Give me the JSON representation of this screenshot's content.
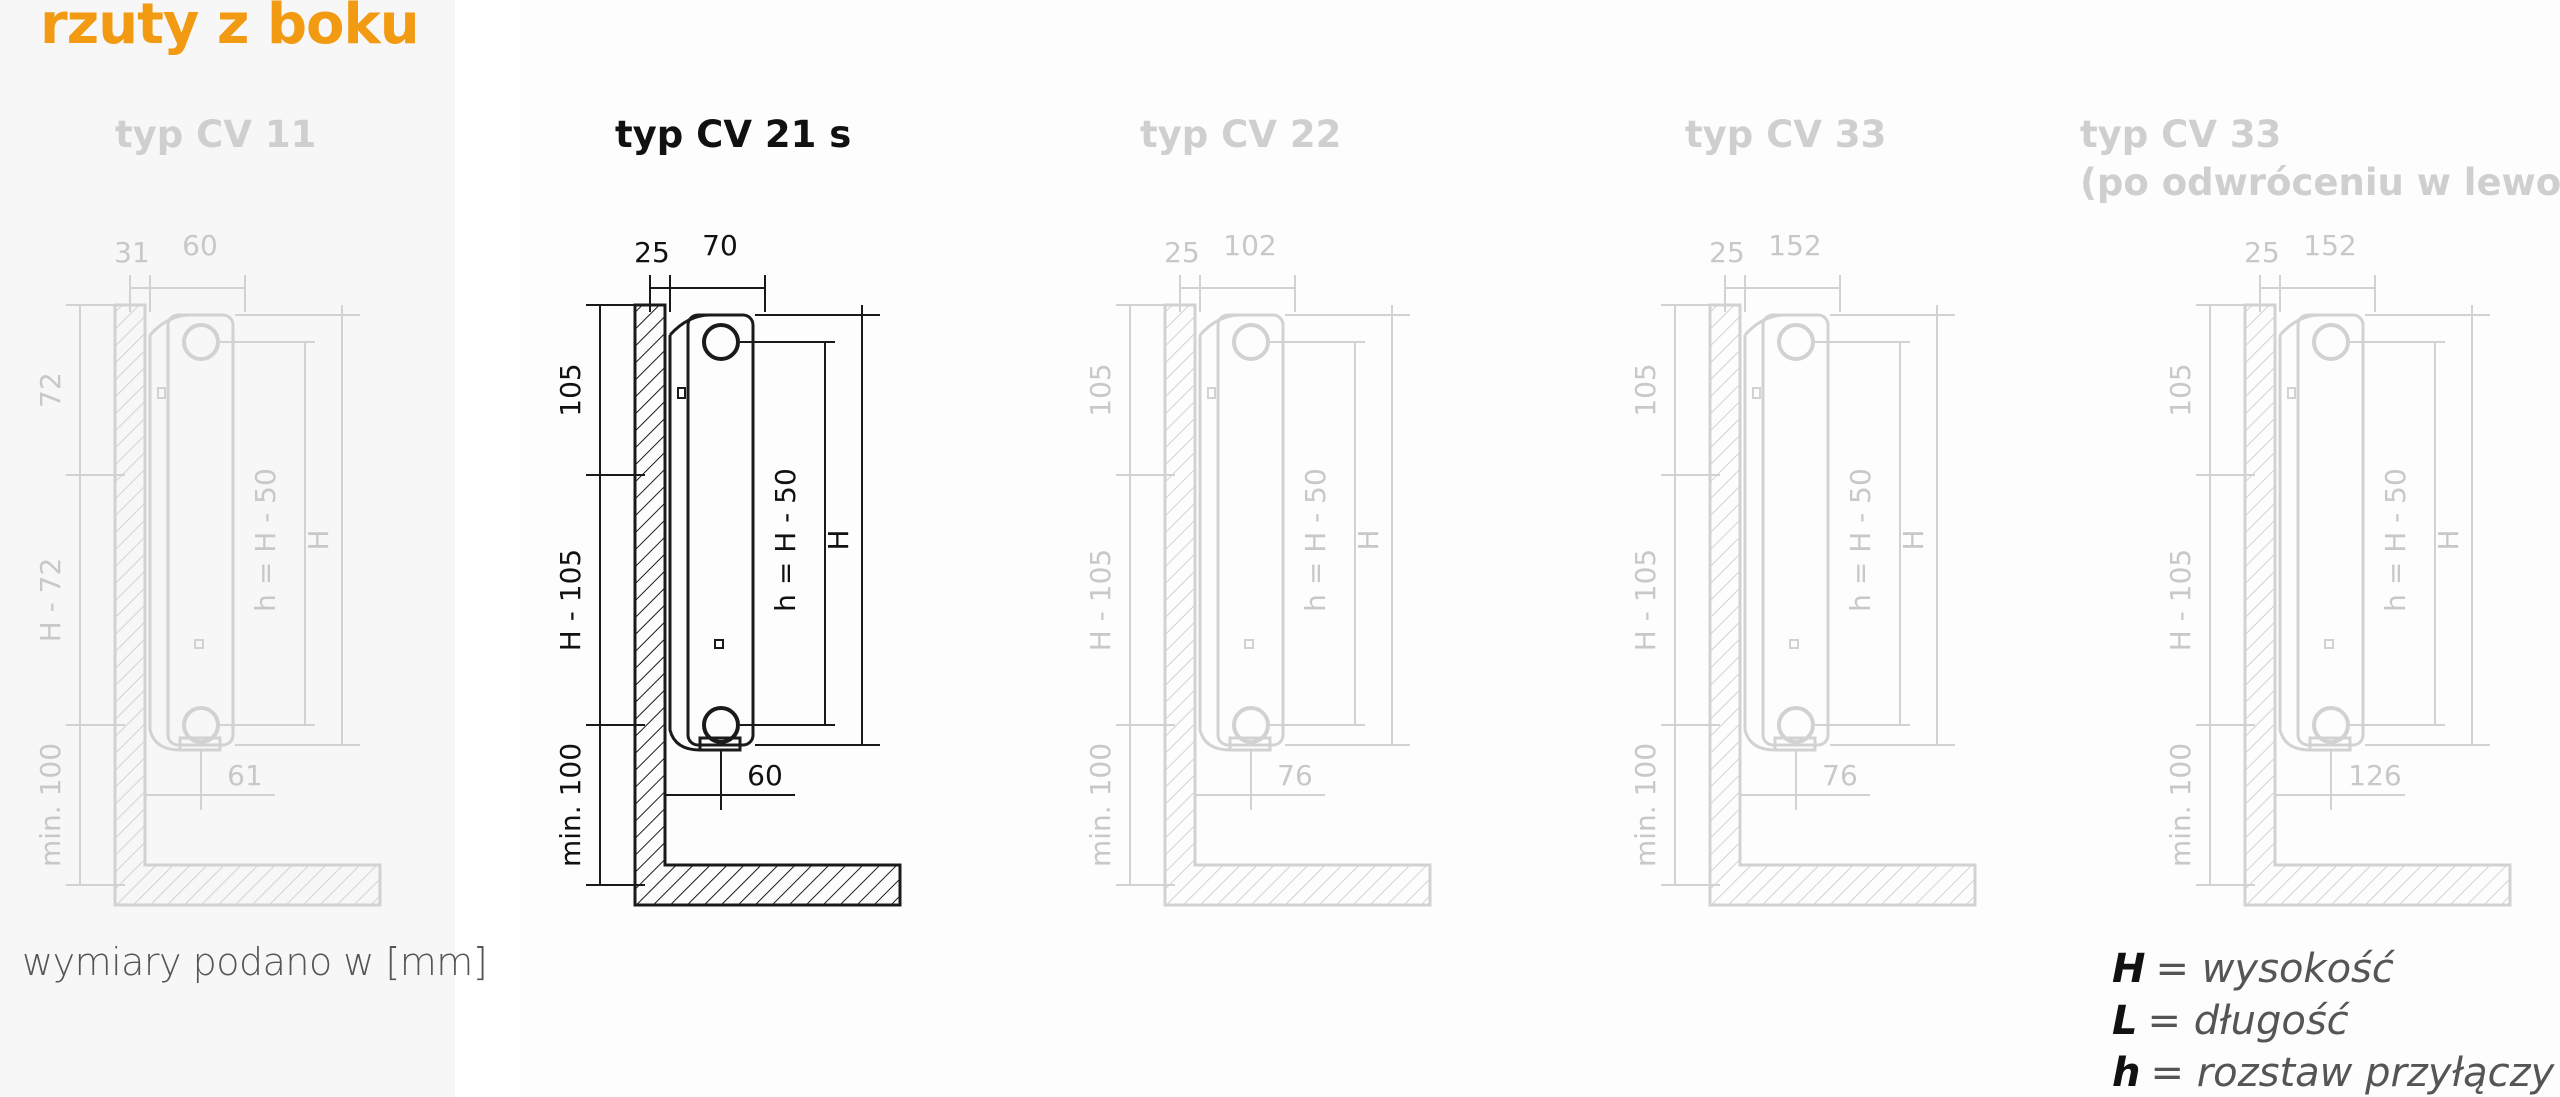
{
  "title": "rzuty z boku",
  "units_note": "wymiary podano w [mm]",
  "colors": {
    "accent": "#f29a12",
    "active": "#111111",
    "inactive": "#cfcfcf"
  },
  "types": [
    {
      "title": "typ CV 11",
      "subtitle": "",
      "active": false,
      "top_a": "31",
      "top_b": "60",
      "left_top": "72",
      "left_mid": "H - 72",
      "left_bot": "min. 100",
      "inner": "h = H - 50",
      "outer": "H",
      "bottom": "61"
    },
    {
      "title": "typ CV 21 s",
      "subtitle": "",
      "active": true,
      "top_a": "25",
      "top_b": "70",
      "left_top": "105",
      "left_mid": "H - 105",
      "left_bot": "min. 100",
      "inner": "h = H - 50",
      "outer": "H",
      "bottom": "60"
    },
    {
      "title": "typ CV 22",
      "subtitle": "",
      "active": false,
      "top_a": "25",
      "top_b": "102",
      "left_top": "105",
      "left_mid": "H - 105",
      "left_bot": "min. 100",
      "inner": "h = H - 50",
      "outer": "H",
      "bottom": "76"
    },
    {
      "title": "typ CV 33",
      "subtitle": "",
      "active": false,
      "top_a": "25",
      "top_b": "152",
      "left_top": "105",
      "left_mid": "H - 105",
      "left_bot": "min. 100",
      "inner": "h = H - 50",
      "outer": "H",
      "bottom": "76"
    },
    {
      "title": "typ CV 33",
      "subtitle": "(po odwróceniu w lewo)",
      "active": false,
      "top_a": "25",
      "top_b": "152",
      "left_top": "105",
      "left_mid": "H - 105",
      "left_bot": "min. 100",
      "inner": "h = H - 50",
      "outer": "H",
      "bottom": "126"
    }
  ],
  "legend": [
    {
      "symbol": "H",
      "text": "= wysokość"
    },
    {
      "symbol": "L",
      "text": "= długość"
    },
    {
      "symbol": "h",
      "text": "= rozstaw przyłączy"
    }
  ]
}
